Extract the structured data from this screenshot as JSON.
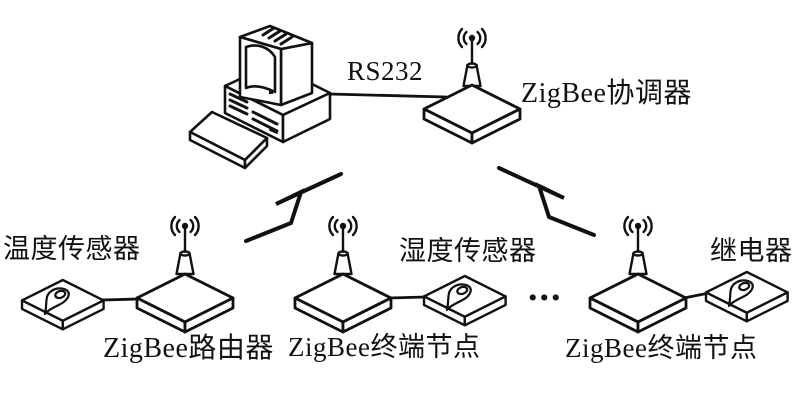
{
  "colors": {
    "line": "#111111",
    "background": "#ffffff"
  },
  "serial_link": {
    "label": "RS232"
  },
  "coordinator": {
    "label": "ZigBee协调器"
  },
  "groups": [
    {
      "peripheral_label": "温度传感器",
      "device_label": "ZigBee路由器"
    },
    {
      "peripheral_label": "湿度传感器",
      "device_label": "ZigBee终端节点"
    },
    {
      "peripheral_label": "继电器",
      "device_label": "ZigBee终端节点"
    }
  ],
  "ellipsis": "..."
}
